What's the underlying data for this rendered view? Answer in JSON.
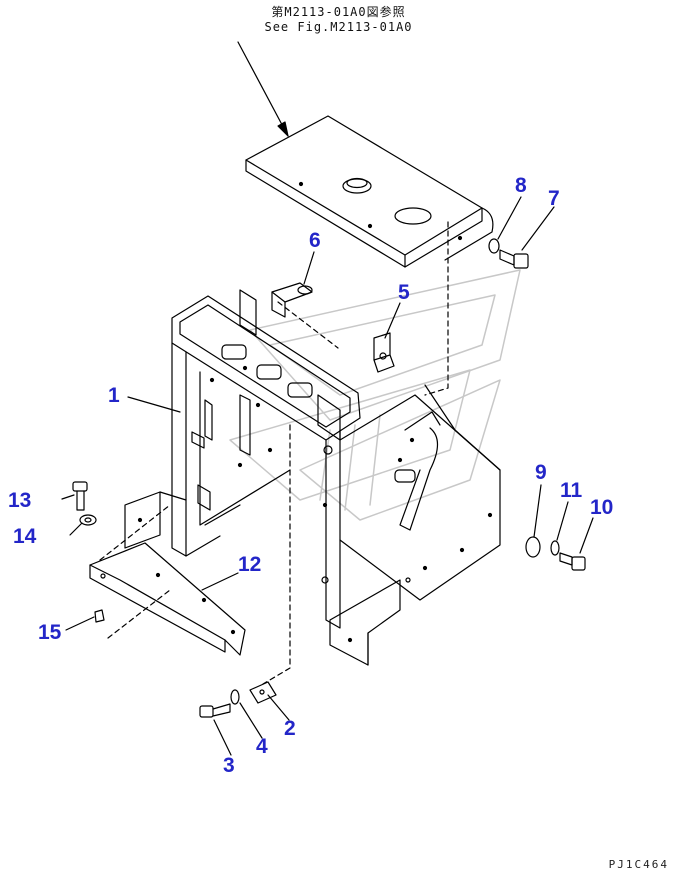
{
  "reference": {
    "line_jp": "第M2113-01A0図参照",
    "line_en": "See Fig.M2113-01A0"
  },
  "callouts": {
    "c1": "1",
    "c2": "2",
    "c3": "3",
    "c4": "4",
    "c5": "5",
    "c6": "6",
    "c7": "7",
    "c8": "8",
    "c9": "9",
    "c10": "10",
    "c11": "11",
    "c12": "12",
    "c13": "13",
    "c14": "14",
    "c15": "15"
  },
  "drawing_code": "PJ1C464",
  "colors": {
    "callout": "#2326c8",
    "line": "#000000",
    "watermark": "#c8c8c8"
  }
}
